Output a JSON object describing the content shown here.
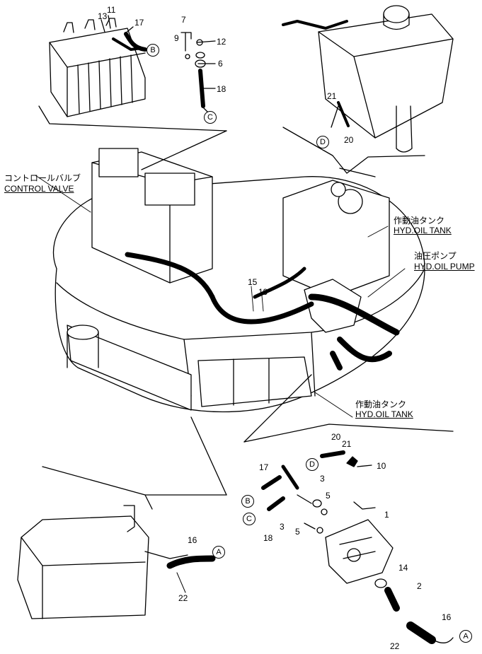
{
  "labels": {
    "control_valve_jp": "コントロールバルブ",
    "control_valve_en": "CONTROL VALVE",
    "hyd_oil_tank_jp_top": "作動油タンク",
    "hyd_oil_tank_en_top": "HYD.OIL TANK",
    "hyd_oil_pump_jp": "油圧ポンプ",
    "hyd_oil_pump_en": "HYD.OIL PUMP",
    "hyd_oil_tank_jp_bottom": "作動油タンク",
    "hyd_oil_tank_en_bottom": "HYD.OIL TANK"
  },
  "callouts": {
    "valve_detail": {
      "p13": "13",
      "p11": "11",
      "p17": "17",
      "refB": "B",
      "p7": "7",
      "p9": "9",
      "p12": "12",
      "p6": "6",
      "p18": "18",
      "refC": "C"
    },
    "tank_detail": {
      "p21": "21",
      "refD": "D",
      "p20": "20"
    },
    "main_view": {
      "p15": "15",
      "p19": "19"
    },
    "pump_detail": {
      "p20": "20",
      "p21": "21",
      "refD": "D",
      "p10": "10",
      "p17": "17",
      "p3a": "3",
      "p5a": "5",
      "refB": "B",
      "refC": "C",
      "p1": "1",
      "p18": "18",
      "p3b": "3",
      "p5b": "5",
      "p14": "14",
      "p2": "2",
      "p16": "16",
      "p22": "22",
      "refA": "A"
    },
    "tank_bottom_detail": {
      "p16": "16",
      "refA": "A",
      "p22": "22"
    }
  }
}
